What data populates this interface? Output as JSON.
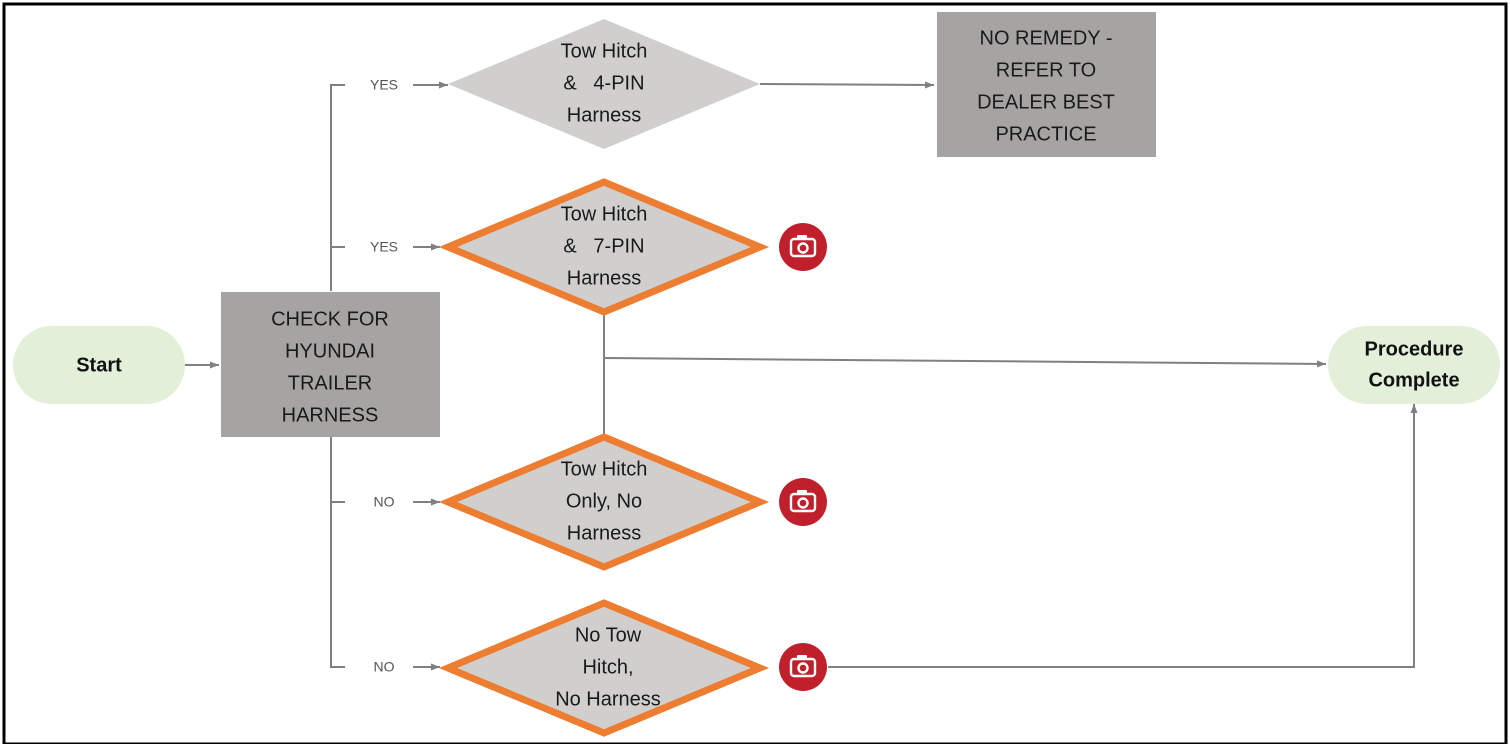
{
  "colors": {
    "frame": "#000000",
    "connector": "#808080",
    "terminal_fill": "#e2efd9",
    "process_fill": "#a6a4a3",
    "decision_fill": "#d0cfce",
    "highlight_stroke": "#ed7d31",
    "camera_badge": "#c0202b"
  },
  "nodes": {
    "start": {
      "label": "Start"
    },
    "check": {
      "lines": [
        "CHECK FOR",
        "HYUNDAI",
        "TRAILER",
        "HARNESS"
      ]
    },
    "four_pin": {
      "lines": [
        "Tow Hitch",
        "&   4-PIN",
        "Harness"
      ]
    },
    "no_remedy": {
      "lines": [
        "NO REMEDY -",
        "REFER TO",
        "DEALER BEST",
        "PRACTICE"
      ]
    },
    "seven_pin": {
      "lines": [
        "Tow Hitch",
        "&   7-PIN",
        "Harness"
      ],
      "icon": "camera-icon"
    },
    "hitch_only": {
      "lines": [
        "Tow Hitch",
        "Only, No",
        "Harness"
      ],
      "icon": "camera-icon"
    },
    "no_hitch": {
      "lines": [
        "No Tow",
        "Hitch,",
        "No Harness"
      ],
      "icon": "camera-icon"
    },
    "complete": {
      "lines": [
        "Procedure",
        "Complete"
      ]
    }
  },
  "edge_labels": {
    "four_pin": "YES",
    "seven_pin": "YES",
    "hitch_only": "NO",
    "no_hitch": "NO"
  }
}
